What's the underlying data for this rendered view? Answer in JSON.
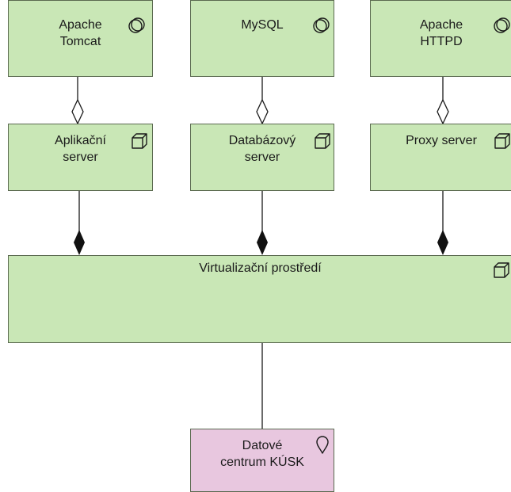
{
  "nodes": {
    "tomcat": {
      "label": "Apache\nTomcat",
      "kind": "system-software"
    },
    "mysql": {
      "label": "MySQL",
      "kind": "system-software"
    },
    "httpd": {
      "label": "Apache\nHTTPD",
      "kind": "system-software"
    },
    "app": {
      "label": "Aplikační\nserver",
      "kind": "node"
    },
    "db": {
      "label": "Databázový\nserver",
      "kind": "node"
    },
    "proxy": {
      "label": "Proxy server",
      "kind": "node"
    },
    "virt": {
      "label": "Virtualizační prostředí",
      "kind": "node"
    },
    "location": {
      "label": "Datové\ncentrum KÚSK",
      "kind": "location"
    }
  },
  "relations": [
    {
      "from": "tomcat",
      "to": "app",
      "type": "aggregation"
    },
    {
      "from": "mysql",
      "to": "db",
      "type": "aggregation"
    },
    {
      "from": "httpd",
      "to": "proxy",
      "type": "aggregation"
    },
    {
      "from": "app",
      "to": "virt",
      "type": "composition"
    },
    {
      "from": "db",
      "to": "virt",
      "type": "composition"
    },
    {
      "from": "proxy",
      "to": "virt",
      "type": "composition"
    },
    {
      "from": "virt",
      "to": "location",
      "type": "association"
    }
  ],
  "colors": {
    "technology": "#c9e7b6",
    "location": "#e8c7df",
    "border": "#5b6a50",
    "line": "#1a1a1a"
  }
}
